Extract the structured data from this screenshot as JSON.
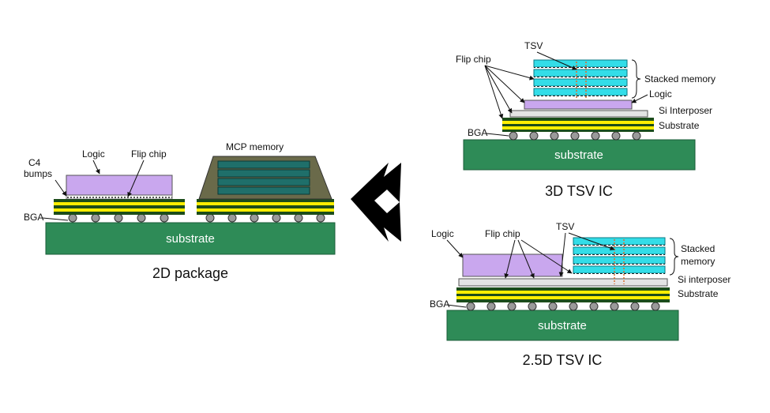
{
  "panels": {
    "package_2d": {
      "caption": "2D package",
      "labels": {
        "c4": "C4",
        "bumps": "bumps",
        "logic": "Logic",
        "flip_chip": "Flip chip",
        "mcp_memory": "MCP  memory",
        "bga": "BGA",
        "substrate": "substrate"
      }
    },
    "tsv_3d": {
      "caption": "3D TSV IC",
      "labels": {
        "tsv": "TSV",
        "flip_chip": "Flip chip",
        "stacked_memory": "Stacked memory",
        "logic": "Logic",
        "si_interposer": "Si Interposer",
        "substrate_layer": "Substrate",
        "bga": "BGA",
        "substrate": "substrate"
      }
    },
    "tsv_25d": {
      "caption": "2.5D TSV IC",
      "labels": {
        "logic": "Logic",
        "flip_chip": "Flip chip",
        "tsv": "TSV",
        "stacked": "Stacked",
        "memory": "memory",
        "si_interposer": "Si interposer",
        "substrate_layer": "Substrate",
        "bga": "BGA",
        "substrate": "substrate"
      }
    }
  },
  "colors": {
    "substrate": "#2e8b57",
    "logic": "#c9a7ee",
    "memory_3d": "#33dde8",
    "mcp_memory": "#1f6f6a",
    "mold": "#6a6a4a",
    "yellow": "#ffee00",
    "dark_green": "#1c4d1a",
    "arrow": "#000000"
  },
  "icons": [
    "bidirectional-arrow-icon"
  ]
}
